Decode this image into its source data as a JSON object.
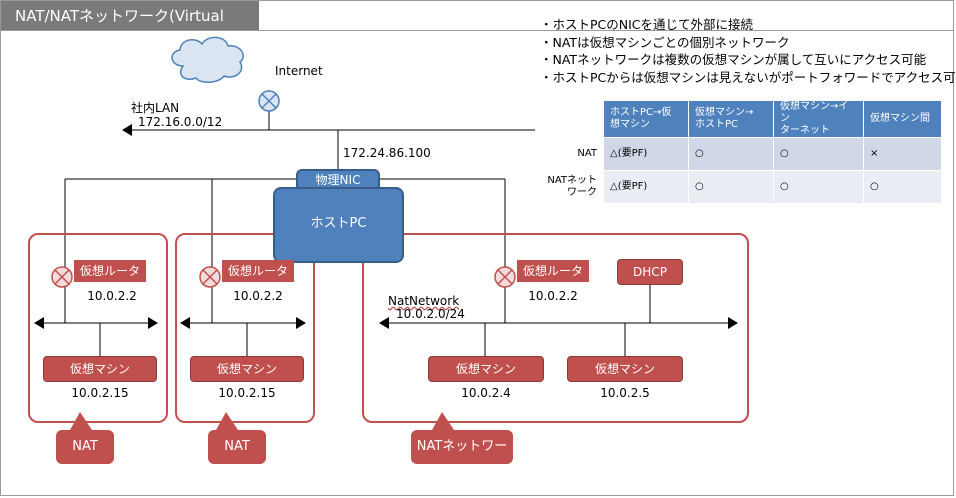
{
  "title": "NAT/NATネットワーク(Virtual Box)",
  "bullets": [
    "・ホストPCのNICを通じて外部に接続",
    "・NATは仮想マシンごとの個別ネットワーク",
    "・NATネットワークは複数の仮想マシンが属して互いにアクセス可能",
    "・ホストPCからは仮想マシンは見えないがポートフォワードでアクセス可能"
  ],
  "internet": {
    "label": "Internet"
  },
  "lan": {
    "name": "社内LAN",
    "subnet": "172.16.0.0/12"
  },
  "host": {
    "label": "ホストPC",
    "nic_label": "物理NIC",
    "nic_ip": "172.24.86.100"
  },
  "zones": [
    {
      "router_label": "仮想ルータ",
      "router_ip": "10.0.2.2",
      "vm_label": "仮想マシン",
      "vm_ip": "10.0.2.15",
      "tag": "NAT"
    },
    {
      "router_label": "仮想ルータ",
      "router_ip": "10.0.2.2",
      "vm_label": "仮想マシン",
      "vm_ip": "10.0.2.15",
      "tag": "NAT"
    },
    {
      "router_label": "仮想ルータ",
      "router_ip": "10.0.2.2",
      "network_name": "NatNetwork",
      "network_subnet": "10.0.2.0/24",
      "vm1_label": "仮想マシン",
      "vm1_ip": "10.0.2.4",
      "vm2_label": "仮想マシン",
      "vm2_ip": "10.0.2.5",
      "dhcp_label": "DHCP",
      "tag": "NATネットワーク"
    }
  ],
  "table": {
    "headers": [
      "",
      "ホストPC→仮想マシン",
      "仮想マシン→ホストPC",
      "仮想マシン→インターネット",
      "仮想マシン間"
    ],
    "header_lines": [
      [
        "ホストPC→仮",
        "想マシン"
      ],
      [
        "仮想マシン→",
        "ホストPC"
      ],
      [
        "仮想マシン→イン",
        "ターネット"
      ],
      [
        "仮想マシン間"
      ]
    ],
    "rows": [
      {
        "label": "NAT",
        "cells": [
          "△(要PF)",
          "○",
          "○",
          "×"
        ]
      },
      {
        "label": "NATネットワーク",
        "cells": [
          "△(要PF)",
          "○",
          "○",
          "○"
        ]
      }
    ]
  },
  "colors": {
    "router": "#c0504d",
    "host": "#4f81bd",
    "table_header": "#4f81bd",
    "table_row1": "#d0d8e8",
    "table_row2": "#e9edf4",
    "title_bg": "#7a7a7a"
  }
}
